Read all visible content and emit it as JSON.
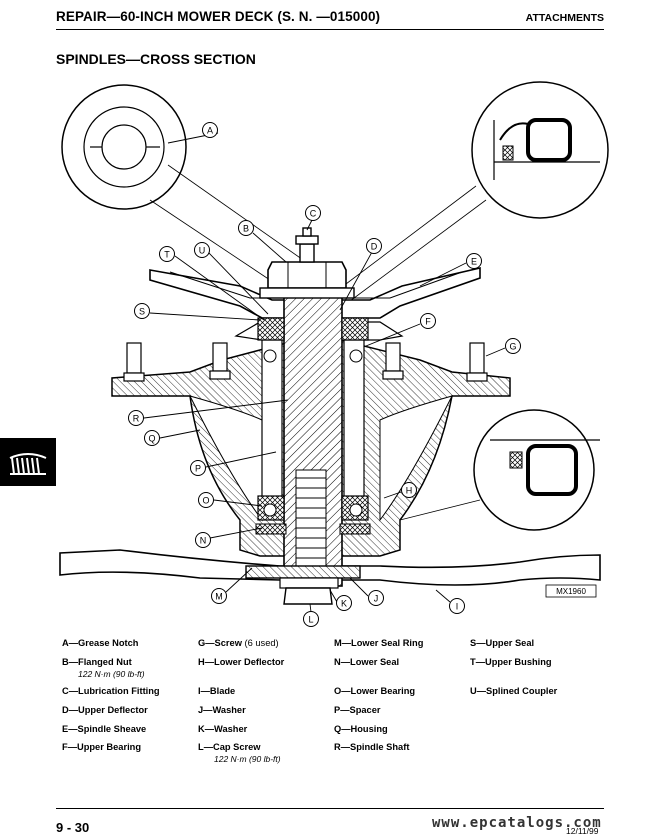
{
  "header": {
    "left_title": "REPAIR—60-INCH MOWER DECK (S. N.      —015000)",
    "right_title": "ATTACHMENTS"
  },
  "section_title": "SPINDLES—CROSS SECTION",
  "diagram": {
    "figure_id": "MX1960",
    "callouts": [
      "A",
      "B",
      "C",
      "D",
      "E",
      "F",
      "G",
      "H",
      "I",
      "J",
      "K",
      "L",
      "M",
      "N",
      "O",
      "P",
      "Q",
      "R",
      "S",
      "T",
      "U"
    ]
  },
  "legend": [
    {
      "letter": "A",
      "text": "Grease Notch"
    },
    {
      "letter": "B",
      "text": "Flanged Nut",
      "note": "122 N·m (90 lb-ft)"
    },
    {
      "letter": "C",
      "text": "Lubrication Fitting"
    },
    {
      "letter": "D",
      "text": "Upper Deflector"
    },
    {
      "letter": "E",
      "text": "Spindle Sheave"
    },
    {
      "letter": "F",
      "text": "Upper Bearing"
    },
    {
      "letter": "G",
      "text": "Screw",
      "extra": "(6 used)"
    },
    {
      "letter": "H",
      "text": "Lower Deflector"
    },
    {
      "letter": "I",
      "text": "Blade"
    },
    {
      "letter": "J",
      "text": "Washer"
    },
    {
      "letter": "K",
      "text": "Washer"
    },
    {
      "letter": "L",
      "text": "Cap Screw",
      "note": "122 N·m (90 lb-ft)"
    },
    {
      "letter": "M",
      "text": "Lower Seal Ring"
    },
    {
      "letter": "N",
      "text": "Lower Seal"
    },
    {
      "letter": "O",
      "text": "Lower Bearing"
    },
    {
      "letter": "P",
      "text": "Spacer"
    },
    {
      "letter": "Q",
      "text": "Housing"
    },
    {
      "letter": "R",
      "text": "Spindle Shaft"
    },
    {
      "letter": "S",
      "text": "Upper Seal"
    },
    {
      "letter": "T",
      "text": "Upper Bushing"
    },
    {
      "letter": "U",
      "text": "Splined Coupler"
    }
  ],
  "footer": {
    "page_number": "9 - 30",
    "watermark": "www.epcatalogs.com",
    "date": "12/11/99"
  },
  "side_tab_icon": "mower-deck-icon"
}
